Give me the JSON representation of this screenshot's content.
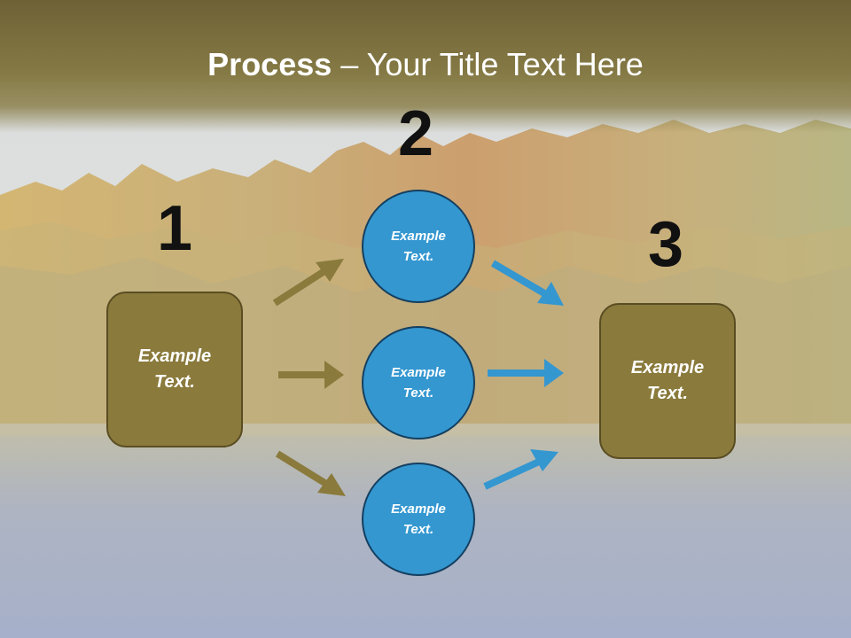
{
  "slide": {
    "title_bold": "Process",
    "title_rest": " – Your Title Text Here",
    "steps": [
      {
        "number": "1",
        "text": "Example Text."
      },
      {
        "number": "2",
        "text": ""
      },
      {
        "number": "3",
        "text": "Example Text."
      }
    ],
    "circles": [
      {
        "text": "Example Text."
      },
      {
        "text": "Example Text."
      },
      {
        "text": "Example Text."
      }
    ]
  },
  "colors": {
    "title_bar": "#857a45",
    "box_fill": "#8a7a3c",
    "circle_fill": "#3497d0",
    "arrow_brown": "#8a7a3c",
    "arrow_blue": "#3497d0"
  }
}
